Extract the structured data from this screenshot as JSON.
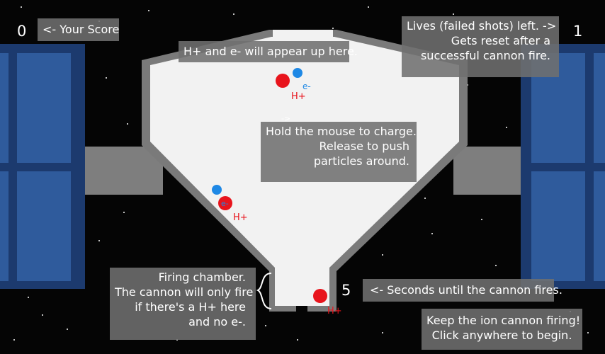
{
  "hud": {
    "score": "0",
    "score_label": "<- Your Score",
    "lives": "1",
    "lives_label_1": "Lives (failed shots) left.  ->",
    "lives_label_2": "Gets reset after a",
    "lives_label_3": "successful cannon fire.",
    "timer": "5",
    "timer_label": "<- Seconds until the cannon fires."
  },
  "tutorial": {
    "spawn_hint": "H+ and e- will appear up here.",
    "mouse_1": "Hold the mouse to charge.",
    "mouse_2": "Release to push",
    "mouse_3": "particles around.",
    "chamber_1": "Firing chamber.",
    "chamber_2": "The cannon will only fire",
    "chamber_3": "if there's a H+ here",
    "chamber_4": "and no e-.",
    "start_1": "Keep the ion cannon firing!",
    "start_2": "Click anywhere to begin."
  },
  "particles": {
    "proton_label": "H+",
    "electron_label": "e-",
    "arrow_glyph": "->",
    "colors": {
      "proton": "#e8141c",
      "electron": "#1e88e5",
      "chamber_fill": "#f2f2f2",
      "chamber_wall": "#7a7a7a",
      "solar_panel": "#1c3a6e",
      "solar_cell": "#2f5b9c",
      "beam": "#7e7e7e"
    }
  }
}
